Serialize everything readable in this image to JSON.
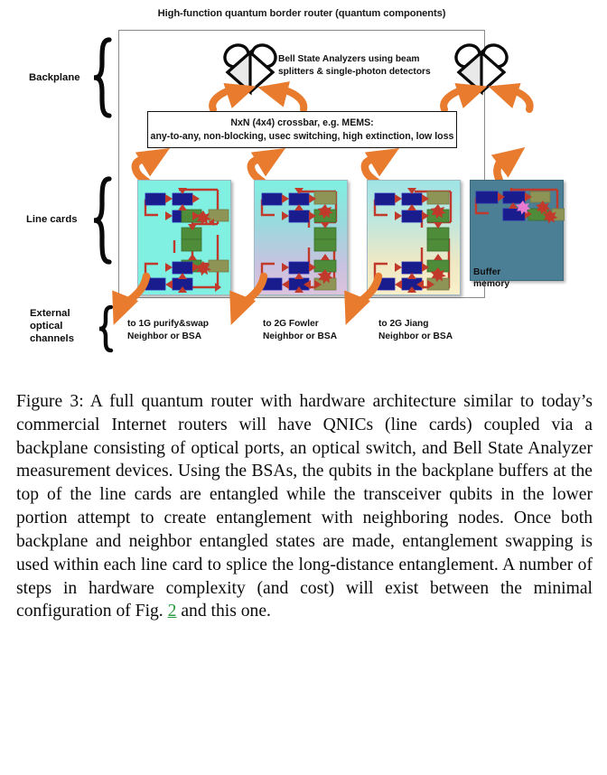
{
  "figure": {
    "title": "High-function quantum border router (quantum components)",
    "bsa_caption": "Bell State Analyzers  using beam splitters & single-photon detectors",
    "crossbar": {
      "line1": "NxN (4x4) crossbar, e.g. MEMS:",
      "line2": "any-to-any, non-blocking, usec switching, high extinction, low loss"
    },
    "side_labels": [
      {
        "name": "backplane",
        "text": "Backplane"
      },
      {
        "name": "line-cards",
        "text": "Line cards"
      },
      {
        "name": "external-optical-channels",
        "text": "External\noptical\nchannels"
      }
    ],
    "cards": [
      {
        "name": "line-card-1g-purify-swap",
        "bg": "#7ff0e2"
      },
      {
        "name": "line-card-2g-fowler",
        "bg": "#c9c2e0"
      },
      {
        "name": "line-card-2g-jiang",
        "bg": "#faefc8"
      },
      {
        "name": "buffer-memory-card",
        "bg": "#4a7f96",
        "label": "Buffer\nmemory"
      }
    ],
    "channels": [
      {
        "name": "channel-1g",
        "line1": "to 1G purify&swap",
        "line2": "Neighbor or BSA"
      },
      {
        "name": "channel-2g-fowler",
        "line1": "to 2G Fowler",
        "line2": "Neighbor or BSA"
      },
      {
        "name": "channel-2g-jiang",
        "line1": "to 2G Jiang",
        "line2": "Neighbor or BSA"
      }
    ],
    "colors": {
      "accent_orange": "#E87B2E",
      "qubit_navy": "#181C8C",
      "gate_green": "#4E8C3A",
      "gate_olive": "#8D9455",
      "link_red": "#C0392B",
      "buffer_blue": "#4A7F96",
      "card_turquoise": "#7FF0E2",
      "link_green": "#2A9A3E"
    },
    "icons": {
      "bsa": "bell-state-analyzer-icon",
      "star": "measurement-star-icon",
      "arrow": "orange-arrow-icon"
    }
  },
  "caption": {
    "label": "Figure 3:",
    "text_before_link": "Figure 3: A full quantum router with hardware architecture similar to today’s commercial Internet routers will have QNICs (line cards) coupled via a backplane consisting of optical ports, an optical switch, and Bell State Analyzer measurement devices. Using the BSAs, the qubits in the backplane buffers at the top of the line cards are entangled while the transceiver qubits in the lower portion attempt to create entanglement with neighboring nodes. Once both backplane and neighbor entangled states are made, entanglement swapping is used within each line card to splice the long-distance entanglement. A number of steps in hardware complexity (and cost) will exist between the minimal configuration of Fig.",
    "link": "2",
    "text_after_link": "and this one."
  }
}
